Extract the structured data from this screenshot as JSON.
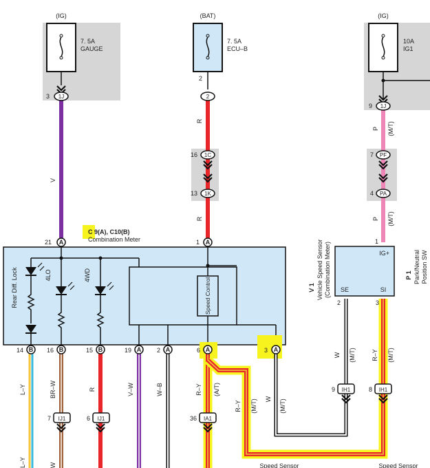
{
  "colors": {
    "component_fill": "#cfe7f7",
    "shaded_box": "#d6d6d6",
    "highlight": "#f7f31e",
    "wire_violet": "#7b2fa0",
    "wire_red": "#e8262a",
    "wire_pink": "#ee86b8",
    "wire_ly": "#38b9e0",
    "wire_brw": "#a0603a",
    "wire_ry": "#f5c53a"
  },
  "fuses": [
    {
      "source": "(IG)",
      "rating": "7. 5A",
      "name": "GAUGE",
      "top_pin": "",
      "connector": "1J",
      "pin": "3"
    },
    {
      "source": "(BAT)",
      "rating": "7. 5A",
      "name": "ECU–B",
      "top_pin": "2",
      "connector": "2",
      "pin": ""
    },
    {
      "source": "(IG)",
      "rating": "10A",
      "name": "IG1",
      "top_pin": "",
      "connector": "1J",
      "pin": "9"
    }
  ],
  "junctions": [
    {
      "pin": "16",
      "connector": "1C"
    },
    {
      "pin": "13",
      "connector": "1K"
    },
    {
      "pin": "7",
      "connector": "PF"
    },
    {
      "pin": "4",
      "connector": "PA"
    }
  ],
  "wire_codes": {
    "v_main": "V",
    "r_upper": "R",
    "r_lower": "R",
    "p_upper": "P",
    "p_upper_mt": "(M/T)",
    "p_lower": "P",
    "p_lower_mt": "(M/T)"
  },
  "meter": {
    "id": "C 9(A), C10(B)",
    "name": "Combination Meter",
    "pin_ig": "21",
    "pin_ig_conn": "A",
    "pin_bat": "1",
    "pin_bat_conn": "A",
    "lamp_rear": "Rear Diff. Lock",
    "lamp_4lo": "4LO",
    "lamp_4wd": "4WD",
    "speed_control": "Speed Control",
    "bottom_pins": [
      {
        "pin": "14",
        "conn": "B",
        "wire": "L–Y"
      },
      {
        "pin": "16",
        "conn": "B",
        "wire": "BR–W"
      },
      {
        "pin": "15",
        "conn": "B",
        "wire": "R"
      },
      {
        "pin": "19",
        "conn": "A",
        "wire": "V–W"
      },
      {
        "pin": "2",
        "conn": "A",
        "wire": "W–B"
      },
      {
        "pin": "6",
        "conn": "A",
        "wire": "R–Y"
      },
      {
        "pin": "3",
        "conn": "A",
        "wire": "W"
      }
    ],
    "at_tag": "(A/T)"
  },
  "sensor": {
    "id": "V 1",
    "name": "Vehicle Speed Sensor",
    "sub": "(Combination Meter)",
    "pin_igp": "IG+",
    "pin_se": "SE",
    "pin_si": "SI",
    "pin_top": "1",
    "pin_se_num": "2",
    "pin_si_num": "3",
    "wire_se": "W",
    "wire_se_mt": "(M/T)",
    "wire_si": "R–Y",
    "wire_si_mt": "(M/T)"
  },
  "park_switch": {
    "id": "P 1",
    "name": "Park/Neutral",
    "name2": "Position SW"
  },
  "lower_connectors": [
    {
      "pin": "7",
      "conn": "IJ1"
    },
    {
      "pin": "6",
      "conn": "IJ1"
    },
    {
      "pin": "36",
      "conn": "IA1"
    },
    {
      "pin": "9",
      "conn": "IH1"
    },
    {
      "pin": "8",
      "conn": "IH1"
    }
  ],
  "lower_wire_labels": {
    "ry_route": "R–Y",
    "ry_route_mt": "(M/T)",
    "w_route": "W",
    "w_route_mt": "(M/T)",
    "ly_cut": "L–Y",
    "brw_cut": "W"
  },
  "speed_sensor_labels": [
    "Speed Sensor",
    "Speed Sensor"
  ]
}
